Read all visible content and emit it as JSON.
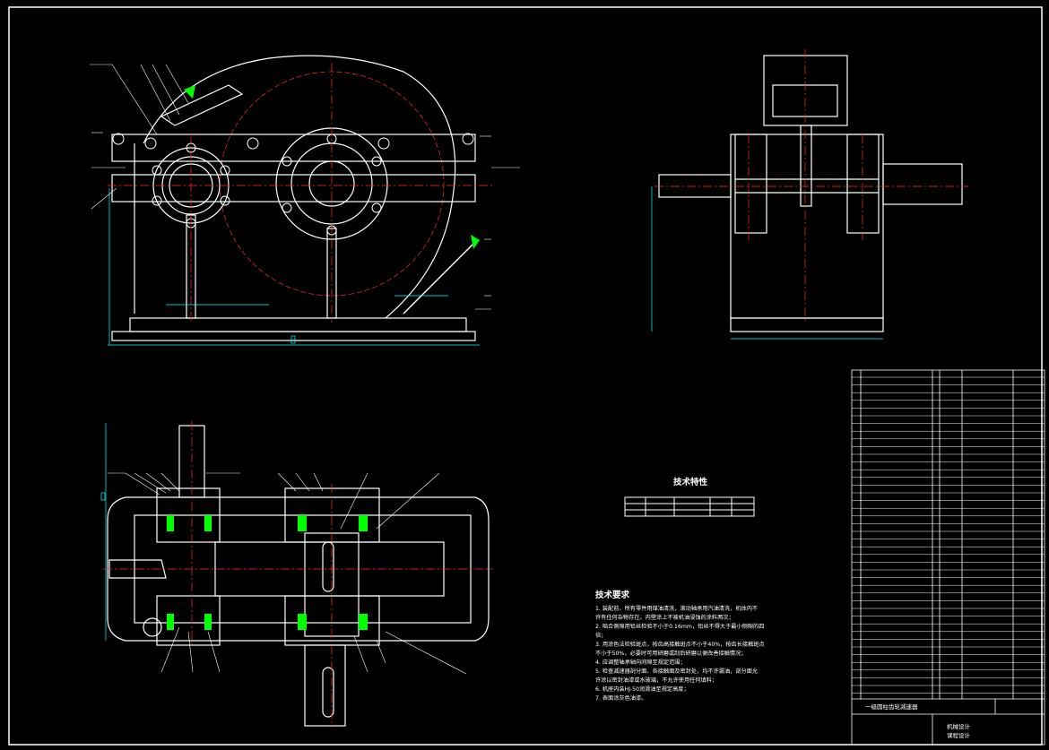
{
  "characteristics_table": {
    "title": "技术特性"
  },
  "technical_requirements": {
    "title": "技术要求",
    "lines": [
      "1. 装配前，所有零件用煤油清洗，滚动轴承用汽油清洗，机体内不",
      "   许有任何杂物存在。内壁涂上不被机油浸蚀的涂料两次；",
      "2. 啮合侧隙用铅丝检验不小于0.16mm，铅丝不得大于最小侧隙的四",
      "   倍；",
      "3. 用涂色法检验斑点，按齿高接触斑点不小于40%，按齿长接触斑点",
      "   不小于50%，必要时可用研磨或刮后研磨以便改善接触情况；",
      "4. 应调整轴承轴向间隙至规定范围；",
      "5. 检查减速器剖分面、各接触面及密封处，均不许漏油，剖分面允",
      "   许涂以密封油漆或水玻璃，不允许使用任何填料；",
      "6. 机座内装HJ-50润滑油至规定高度；",
      "7. 表面涂灰色油漆。"
    ]
  },
  "title_block": {
    "drawing_name": "一级圆柱齿轮减速器",
    "course_line1": "机械设计",
    "course_line2": "课程设计"
  },
  "colors": {
    "background": "#000000",
    "outline": "#ffffff",
    "centerline": "#ff2a2a",
    "dimension": "#00ffff",
    "bearing": "#00ff00",
    "highlight": "#ffff00"
  }
}
